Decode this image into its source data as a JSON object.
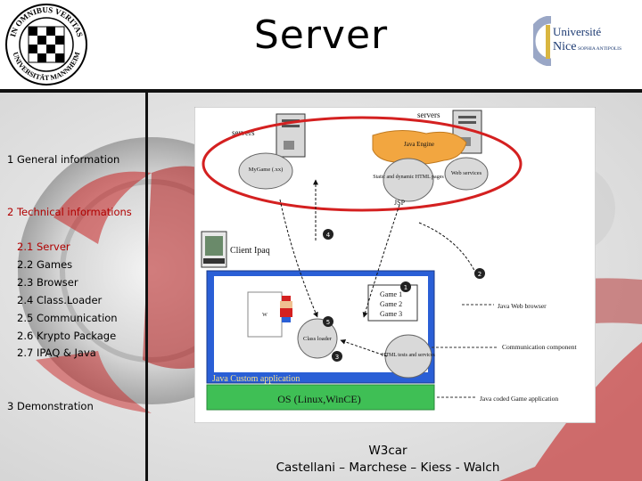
{
  "title": "Server",
  "nav": [
    {
      "label": "1 General information",
      "level": "main",
      "active": false
    },
    {
      "label": "2 Technical informations",
      "level": "main",
      "active": true
    },
    {
      "label": "2.1 Server",
      "level": "sub",
      "active": true
    },
    {
      "label": "2.2 Games",
      "level": "sub",
      "active": false
    },
    {
      "label": "2.3 Browser",
      "level": "sub",
      "active": false
    },
    {
      "label": "2.4 Class.Loader",
      "level": "sub",
      "active": false
    },
    {
      "label": "2.5 Communication",
      "level": "sub",
      "active": false
    },
    {
      "label": "2.6 Krypto Package",
      "level": "sub",
      "active": false
    },
    {
      "label": "2.7 IPAQ & Java",
      "level": "sub",
      "active": false
    },
    {
      "label": "3 Demonstration",
      "level": "main",
      "active": false
    }
  ],
  "footer": {
    "line1": "W3car",
    "line2": "Castellani – Marchese – Kiess - Walch"
  },
  "seal": {
    "top_text": "IN OMNIBUS VERITAS",
    "bottom_text": "UNIVERSITÄT MANNHEIM"
  },
  "nice_logo": {
    "line1": "Université",
    "line2": "Nice",
    "line3": "SOPHIA ANTIPOLIS"
  },
  "diagram": {
    "servers_label_right": "servers",
    "servers_label_left": "servers",
    "java_engine": "Java Engine",
    "mygame": "MyGame (.xx)",
    "static_dynamic": "Static and dynamic HTML pages",
    "web_services": "Web services",
    "jsp": "JSP",
    "client": "Client Ipaq",
    "games": [
      "Game 1",
      "Game 2",
      "Game 3"
    ],
    "class_loader": "Class loader",
    "html_test": "HTML tests and services",
    "java_custom_app": "Java Custom application",
    "os": "OS (Linux,WinCE)",
    "java_web_browser": "Java Web browser",
    "communication_component": "Communication component",
    "java_coded_app": "Java coded Game application",
    "step_numbers": [
      "1",
      "2",
      "3",
      "4",
      "5"
    ]
  },
  "colors": {
    "accent_red": "#d42020",
    "blue_app": "#2a5fd6",
    "green_os": "#3fbf55",
    "engine_orange": "#f2a640"
  }
}
